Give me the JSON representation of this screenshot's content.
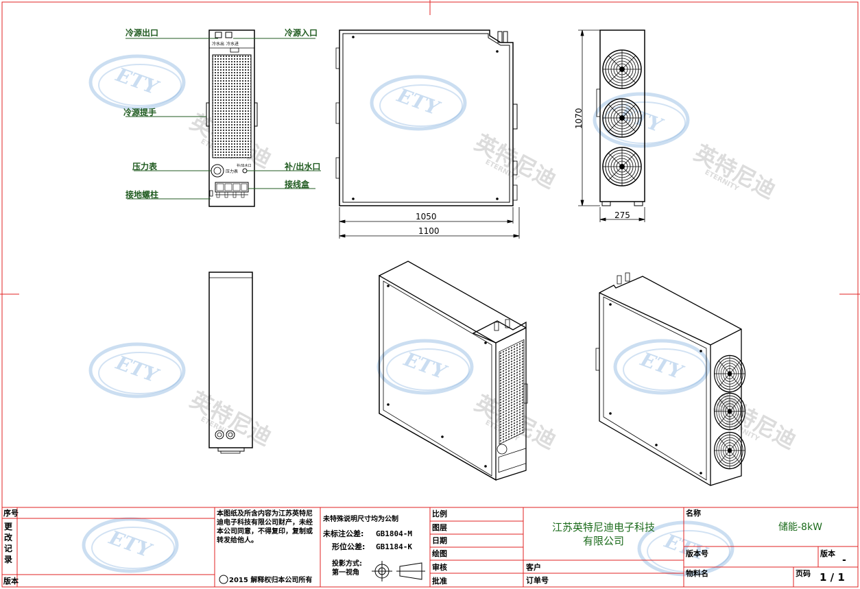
{
  "labels_left": {
    "coolant_outlet": "冷源出口",
    "coolant_handle": "冷源提手",
    "pressure_gauge": "压力表",
    "ground_post": "接地螺柱"
  },
  "labels_right": {
    "coolant_inlet": "冷源入口",
    "fill_drain": "补/出水口",
    "junction_box": "接线盒"
  },
  "front_small_text": {
    "outlet": "冷水出",
    "inlet": "冷水进",
    "gauge": "压力表",
    "fill": "补/出水口"
  },
  "dimensions": {
    "width_inner": "1050",
    "width_outer": "1100",
    "height": "1070",
    "depth": "275"
  },
  "watermark": {
    "logo_text": "ETY",
    "cn": "英特尼迪",
    "en": "ETERNITY"
  },
  "title_block": {
    "serial": "序号",
    "revision_vertical": "更改记录",
    "version_left": "版本",
    "copyright_notice": "本图纸及所含内容为江苏英特尼迪电子科技有限公司财产，未经本公司同意，不得复印，复制或转发给他人。",
    "copyright_line1": "本图纸及所含内容为江苏英特尼",
    "copyright_line2": "迪电子科技有限公司财产，未经",
    "copyright_line3": "本公司同意，不得复印，复制或",
    "copyright_line4": "转发给他人。",
    "copyright_year": "2015 解释权归本公司所有",
    "note_units": "未特殊说明尺寸均为公制",
    "tol_label1": "未标注公差:",
    "tol_value1": "GB1804-M",
    "tol_label2": "形位公差:",
    "tol_value2": "GB1184-K",
    "projection_label": "投影方式:",
    "projection_value": "第一视角",
    "scale": "比例",
    "layer": "图层",
    "date": "日期",
    "drawn": "绘图",
    "checked": "审核",
    "approved": "批准",
    "company_line1": "江苏英特尼迪电子科技",
    "company_line2": "有限公司",
    "customer": "客户",
    "order_no": "订单号",
    "name_label": "名称",
    "name_value": "储能-8kW",
    "version_no_label": "版本号",
    "version_label": "版本",
    "version_value": "-",
    "material_label": "物料名",
    "page_label": "页码",
    "page_value": "1 / 1"
  },
  "colors": {
    "frame": "#e02020",
    "line": "#000000",
    "leader": "#1f5a1f",
    "watermark_blue": "#6aa0d8",
    "watermark_grey": "#b0b0b0"
  }
}
